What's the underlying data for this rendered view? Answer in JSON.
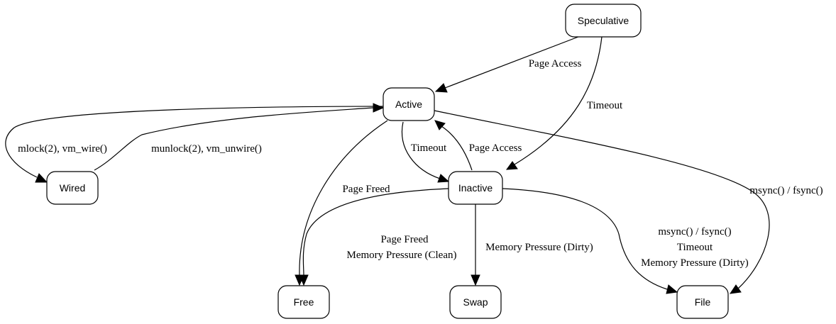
{
  "nodes": {
    "speculative": "Speculative",
    "active": "Active",
    "wired": "Wired",
    "inactive": "Inactive",
    "free": "Free",
    "swap": "Swap",
    "file": "File"
  },
  "edges": {
    "speculative_to_active": "Page Access",
    "speculative_to_inactive": "Timeout",
    "active_to_wired": "mlock(2), vm_wire()",
    "wired_to_active": "munlock(2), vm_unwire()",
    "active_to_inactive": "Timeout",
    "inactive_to_active": "Page Access",
    "active_to_free": "Page Freed",
    "active_to_file": "msync() / fsync()",
    "inactive_to_free_line1": "Page Freed",
    "inactive_to_free_line2": "Memory Pressure (Clean)",
    "inactive_to_swap": "Memory Pressure (Dirty)",
    "inactive_to_file_line1": "msync() / fsync()",
    "inactive_to_file_line2": "Timeout",
    "inactive_to_file_line3": "Memory Pressure (Dirty)"
  }
}
